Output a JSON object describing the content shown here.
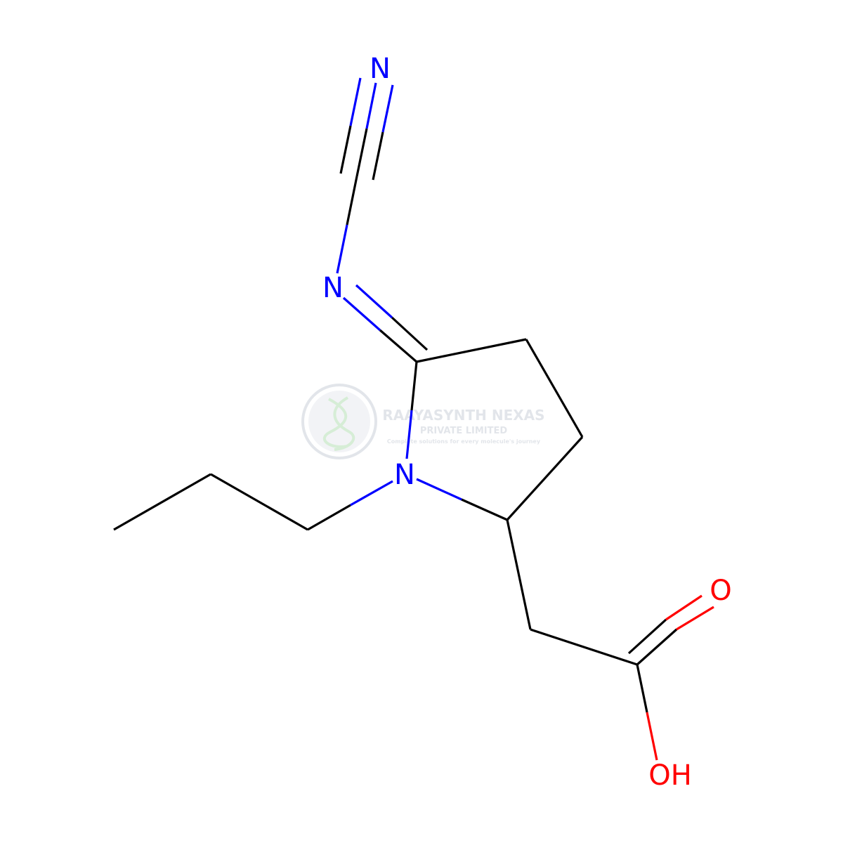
{
  "colors": {
    "carbon": "#000000",
    "nitrogen": "#0000ff",
    "oxygen": "#ff0000",
    "watermark": "#d9dde3",
    "watermark_accent": "#c9e7c9"
  },
  "atoms": {
    "n_nitrile": "N",
    "n_imine": "N",
    "n_ring": "N",
    "o_carbonyl": "O",
    "oh_hydroxyl": "OH"
  },
  "watermark": {
    "company": "RAAYASYNTH NEXAS",
    "subtitle": "PRIVATE LIMITED",
    "tagline": "Complete solutions for every molecule's journey"
  }
}
